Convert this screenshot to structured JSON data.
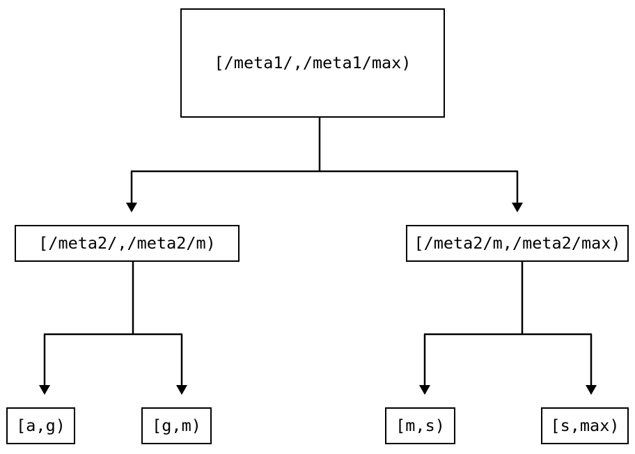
{
  "diagram": {
    "type": "tree",
    "title": "",
    "background_color": "#ffffff",
    "line_color": "#000000",
    "text_color": "#000000",
    "nodes": {
      "root": {
        "label": "[/meta1/,/meta1/max)"
      },
      "mid_left": {
        "label": "[/meta2/,/meta2/m)"
      },
      "mid_right": {
        "label": "[/meta2/m,/meta2/max)"
      },
      "leaf_ag": {
        "label": "[a,g)"
      },
      "leaf_gm": {
        "label": "[g,m)"
      },
      "leaf_ms": {
        "label": "[m,s)"
      },
      "leaf_smax": {
        "label": "[s,max)"
      }
    },
    "edges": [
      {
        "from": "root",
        "to": "mid_left",
        "arrow": "down-arrowhead"
      },
      {
        "from": "root",
        "to": "mid_right",
        "arrow": "down-arrowhead"
      },
      {
        "from": "mid_left",
        "to": "leaf_ag",
        "arrow": "down-arrowhead"
      },
      {
        "from": "mid_left",
        "to": "leaf_gm",
        "arrow": "down-arrowhead"
      },
      {
        "from": "mid_right",
        "to": "leaf_ms",
        "arrow": "down-arrowhead"
      },
      {
        "from": "mid_right",
        "to": "leaf_smax",
        "arrow": "down-arrowhead"
      }
    ]
  }
}
